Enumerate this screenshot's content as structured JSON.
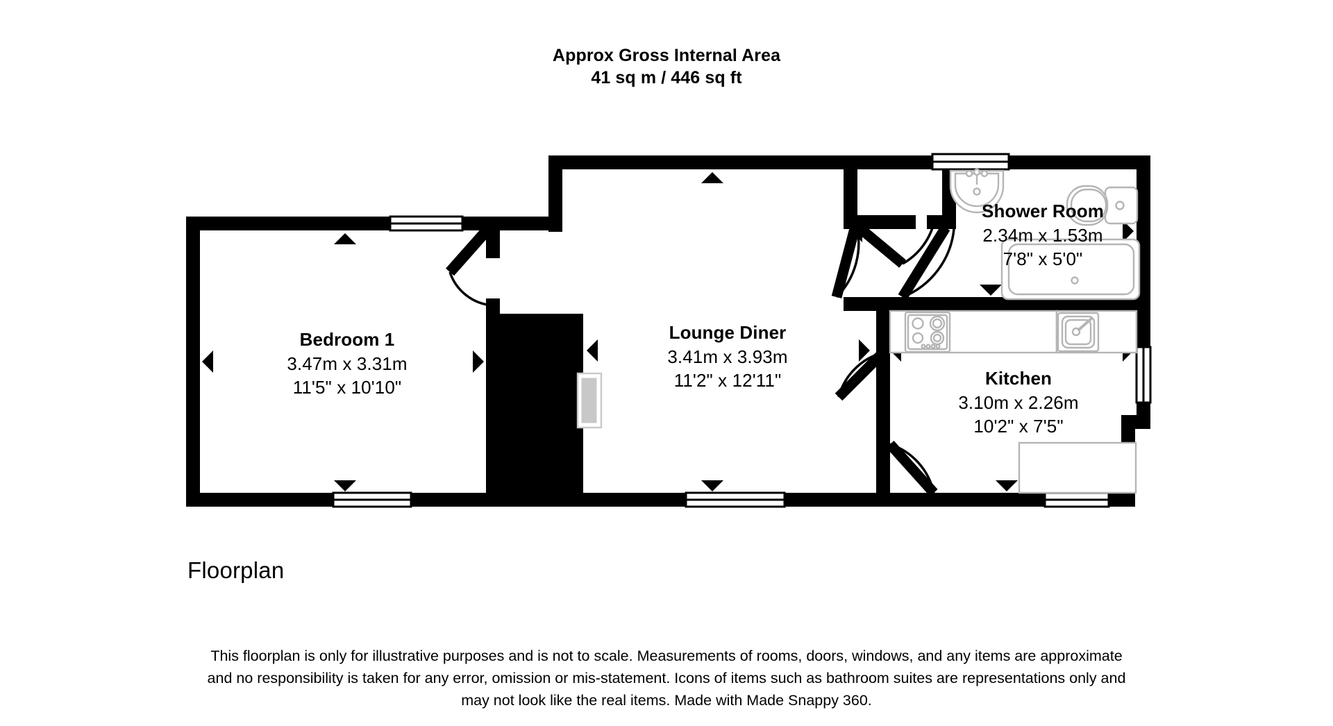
{
  "header": {
    "title": "Approx Gross Internal Area",
    "area": "41 sq m / 446 sq ft"
  },
  "rooms": [
    {
      "id": "bedroom-1",
      "name": "Bedroom 1",
      "dim_metric": "3.47m x 3.31m",
      "dim_imperial": "11'5\" x 10'10\""
    },
    {
      "id": "lounge-diner",
      "name": "Lounge Diner",
      "dim_metric": "3.41m x 3.93m",
      "dim_imperial": "11'2\" x 12'11\""
    },
    {
      "id": "shower-room",
      "name": "Shower Room",
      "dim_metric": "2.34m x 1.53m",
      "dim_imperial": "7'8\" x 5'0\""
    },
    {
      "id": "kitchen",
      "name": "Kitchen",
      "dim_metric": "3.10m x 2.26m",
      "dim_imperial": "10'2\" x 7'5\""
    }
  ],
  "caption": "Floorplan",
  "disclaimer": {
    "line1": "This floorplan is only for illustrative purposes and is not to scale. Measurements of rooms, doors, windows, and any items are approximate",
    "line2": "and no responsibility is taken for any error, omission or mis-statement. Icons of items such as bathroom suites are representations only and",
    "line3": "may not look like the real items. Made with Made Snappy 360."
  },
  "colors": {
    "wall": "#000000",
    "background": "#ffffff",
    "fixture_outline": "#b5b5b5",
    "fixture_fill": "#ffffff",
    "radiator_fill": "#c8c8c8",
    "text": "#000000"
  },
  "fixtures": [
    {
      "name": "basin-icon",
      "room": "shower-room"
    },
    {
      "name": "toilet-icon",
      "room": "shower-room"
    },
    {
      "name": "bath-icon",
      "room": "shower-room"
    },
    {
      "name": "hob-icon",
      "room": "kitchen"
    },
    {
      "name": "sink-icon",
      "room": "kitchen"
    },
    {
      "name": "counter-icon",
      "room": "kitchen"
    },
    {
      "name": "radiator-icon",
      "room": "lounge-diner"
    }
  ]
}
